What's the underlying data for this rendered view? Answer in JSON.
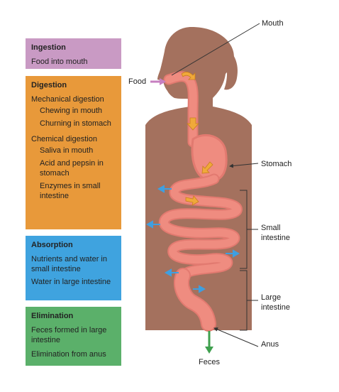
{
  "panels": {
    "ingestion": {
      "title": "Ingestion",
      "items": [
        "Food into mouth"
      ],
      "color": "#c99ac4"
    },
    "digestion": {
      "title": "Digestion",
      "mechanical": "Mechanical digestion",
      "mechanical_items": [
        "Chewing in mouth",
        "Churning in stomach"
      ],
      "chemical": "Chemical digestion",
      "chemical_items": [
        "Saliva in mouth",
        "Acid and pepsin in stomach",
        "Enzymes in small intestine"
      ],
      "color": "#e8993a"
    },
    "absorption": {
      "title": "Absorption",
      "items": [
        "Nutrients and water in small intestine",
        "Water in large intestine"
      ],
      "color": "#3fa3df"
    },
    "elimination": {
      "title": "Elimination",
      "items": [
        "Feces formed in large intestine",
        "Elimination from anus"
      ],
      "color": "#5bb06a"
    }
  },
  "labels": {
    "mouth": "Mouth",
    "food": "Food",
    "stomach": "Stomach",
    "small_intestine": "Small intestine",
    "large_intestine": "Large intestine",
    "anus": "Anus",
    "feces": "Feces"
  },
  "colors": {
    "body": "#a4715e",
    "tract": "#ef8c80",
    "tract_edge": "#e27a70",
    "ingestion_arrow": "#c77fc0",
    "digestion_arrow": "#f0a93a",
    "absorption_arrow": "#3f9fe0",
    "elimination_arrow": "#3fa04e"
  }
}
